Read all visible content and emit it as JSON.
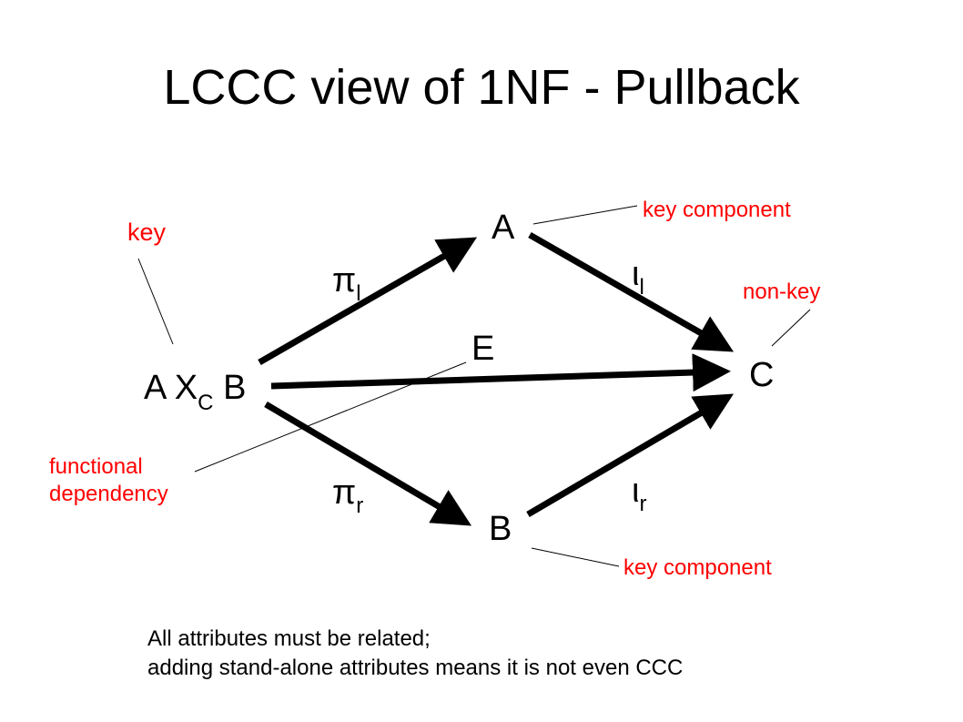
{
  "title": "LCCC view of 1NF - Pullback",
  "nodes": {
    "a": "A",
    "b": "B",
    "c": "C",
    "e": "E",
    "product": {
      "left": "A X",
      "subscript": "C",
      "right": "B"
    }
  },
  "arrows": {
    "pi_left": {
      "symbol": "π",
      "subscript": "l"
    },
    "pi_right": {
      "symbol": "π",
      "subscript": "r"
    },
    "i_left": {
      "symbol": "ι",
      "subscript": "l"
    },
    "i_right": {
      "symbol": "ι",
      "subscript": "r"
    }
  },
  "annotations": {
    "key": "key",
    "key_component_top": "key component",
    "non_key": "non-key",
    "functional_dependency_line1": "functional",
    "functional_dependency_line2": "dependency",
    "key_component_bottom": "key component"
  },
  "footer": {
    "line1": "All attributes must be related;",
    "line2": "adding stand-alone attributes means it is not even CCC"
  },
  "colors": {
    "annotation": "#ff0000",
    "arrow": "#000000",
    "background": "#ffffff"
  }
}
